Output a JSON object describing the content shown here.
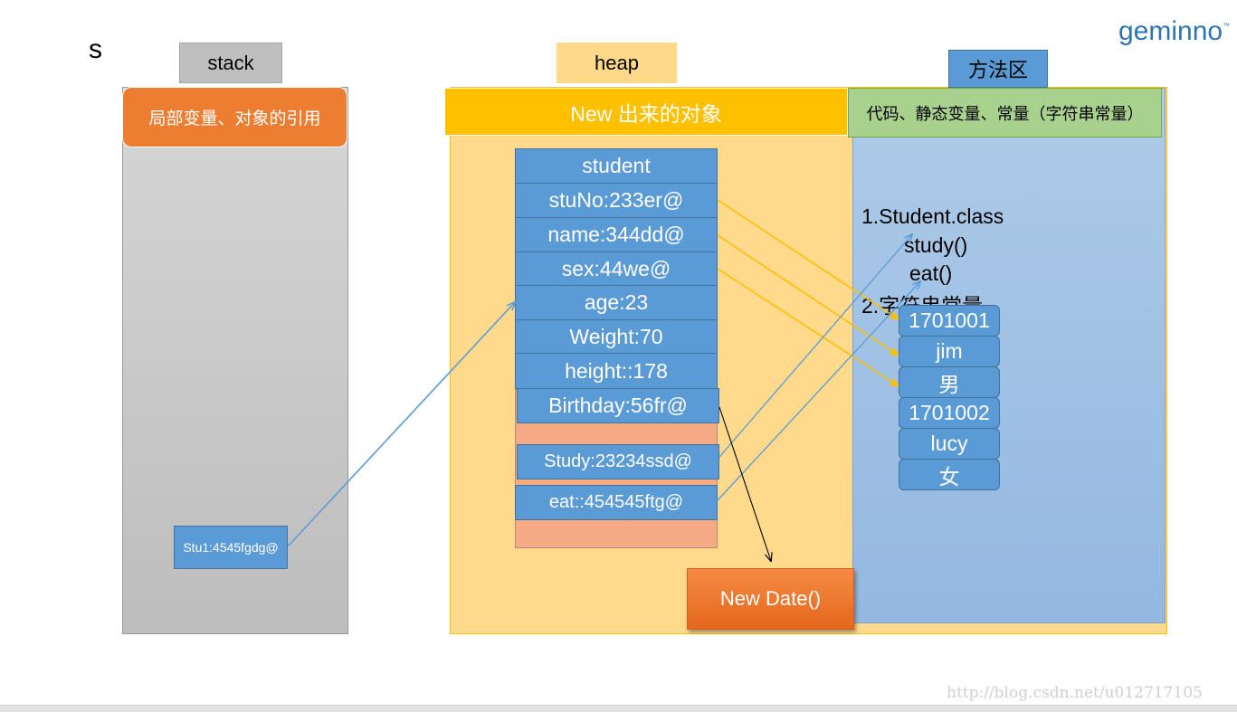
{
  "corner_letter": "s",
  "logo": {
    "text": "geminno",
    "mark": "™"
  },
  "stack": {
    "header": "stack",
    "title": "局部变量、对象的引用",
    "ref": "Stu1:4545fgdg@"
  },
  "heap": {
    "header": "heap",
    "title": "New 出来的对象",
    "object_fields": [
      "student",
      "stuNo:233er@",
      "name:344dd@",
      "sex:44we@",
      "age:23",
      "Weight:70",
      "height::178",
      "Birthday:56fr@",
      "Study:23234ssd@",
      "eat::454545ftg@"
    ],
    "new_date": "New Date()"
  },
  "method_area": {
    "header": "方法区",
    "title": "代码、静态变量、常量（字符串常量）",
    "class_name": "1.Student.class",
    "method_study": "study()",
    "method_eat": "eat()",
    "constants_title": "2.字符串常量",
    "constants": [
      "1701001",
      "jim",
      "男",
      "1701002",
      "lucy",
      "女"
    ]
  },
  "watermark": "http://blog.csdn.net/u012717105",
  "colors": {
    "blue": "#5b9bd5",
    "orange": "#ed7d31",
    "gold": "#ffc000",
    "green": "#a9d18e",
    "arrow_yellow": "#ffc000",
    "arrow_blue": "#5b9bd5"
  }
}
